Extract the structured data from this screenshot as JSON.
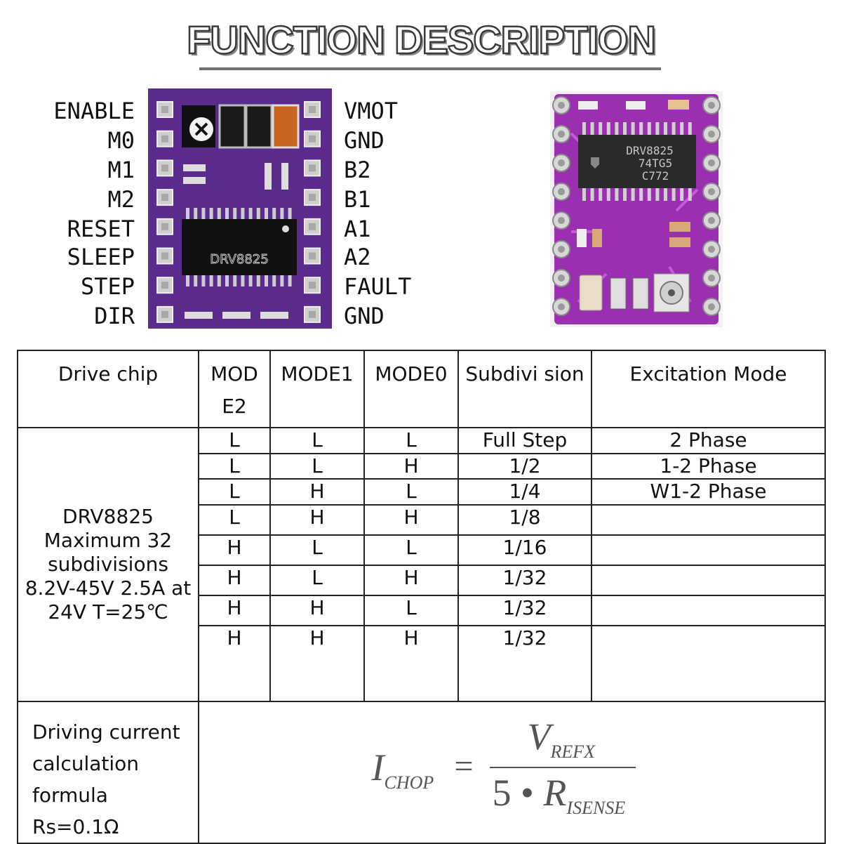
{
  "title": "FUNCTION DESCRIPTION",
  "pinout": {
    "left": [
      "ENABLE",
      "M0",
      "M1",
      "M2",
      "RESET",
      "SLEEP",
      "STEP",
      "DIR"
    ],
    "right": [
      "VMOT",
      "GND",
      "B2",
      "B1",
      "A1",
      "A2",
      "FAULT",
      "GND"
    ],
    "chip_label": "DRV8825",
    "board_color": "#5a2a8c"
  },
  "photo": {
    "chip_text": [
      "DRV8825",
      "74TG5",
      "C772"
    ],
    "board_color": "#9a2fb0"
  },
  "table": {
    "headers": [
      "Drive chip",
      "MOD E2",
      "MODE1",
      "MODE0",
      "Subdivi sion",
      "Excitation Mode"
    ],
    "chip_description": [
      "DRV8825",
      "Maximum 32",
      "subdivisions",
      "8.2V-45V 2.5A at",
      "24V T=25℃"
    ],
    "rows": [
      [
        "L",
        "L",
        "L",
        "Full Step",
        "2 Phase"
      ],
      [
        "L",
        "L",
        "H",
        "1/2",
        "1-2 Phase"
      ],
      [
        "L",
        "H",
        "L",
        "1/4",
        "W1-2 Phase"
      ],
      [
        "L",
        "H",
        "H",
        "1/8",
        ""
      ],
      [
        "H",
        "L",
        "L",
        "1/16",
        ""
      ],
      [
        "H",
        "L",
        "H",
        "1/32",
        ""
      ],
      [
        "H",
        "H",
        "L",
        "1/32",
        ""
      ],
      [
        "H",
        "H",
        "H",
        "1/32",
        ""
      ]
    ],
    "current_label": [
      "Driving current",
      "calculation",
      "formula",
      "Rs=0.1Ω"
    ],
    "formula": {
      "lhs": "I",
      "lhs_sub": "CHOP",
      "eq": "=",
      "num": "V",
      "num_sub": "REFX",
      "den_coef": "5 •",
      "den": "R",
      "den_sub": "ISENSE"
    }
  }
}
